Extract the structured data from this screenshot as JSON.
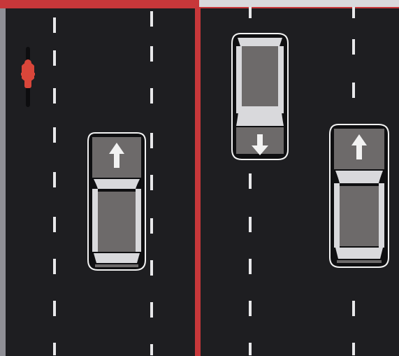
{
  "scene": {
    "road_color": "#1e1e21",
    "border_color": "#c93a3a",
    "lane_marking_color": "#e8e8ea",
    "car_body_color": "#6d6a6a",
    "car_window_color": "#d9d9dc",
    "car_outline_color": "#f2f2f2",
    "cyclist_color": "#d9463a"
  },
  "vehicles": [
    {
      "name": "car-left-lane",
      "heading": "up-arrow-icon"
    },
    {
      "name": "car-center-lane",
      "heading": "down-arrow-icon"
    },
    {
      "name": "car-right-lane",
      "heading": "up-arrow-icon"
    }
  ],
  "cyclist": {
    "name": "cyclist-icon"
  }
}
